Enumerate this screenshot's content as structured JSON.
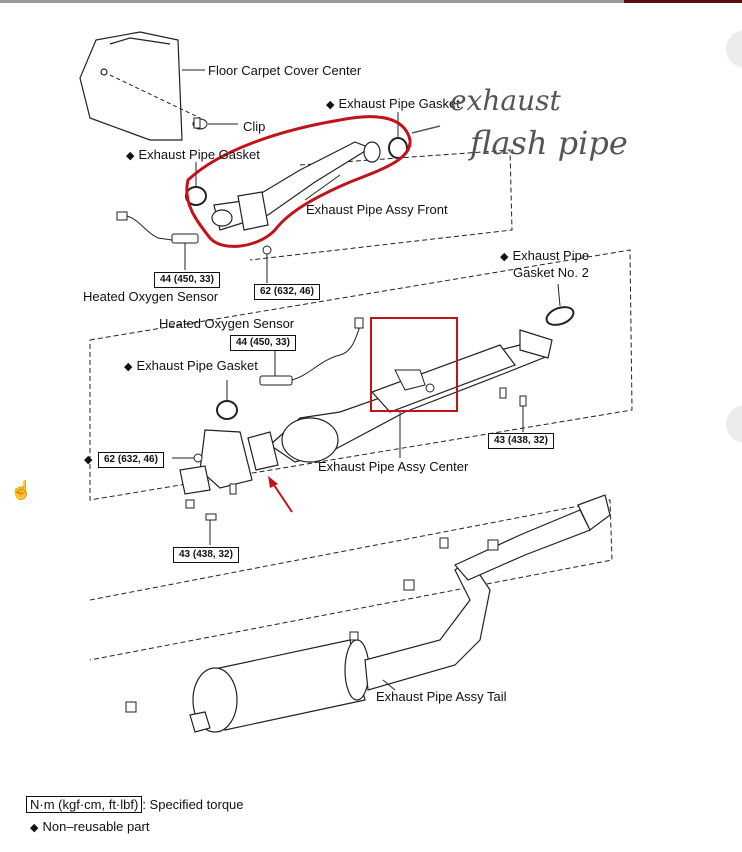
{
  "labels": {
    "floor_carpet_cover": "Floor Carpet Cover Center",
    "clip": "Clip",
    "gasket_top_right": "Exhaust Pipe Gasket",
    "gasket_top_left": "Exhaust Pipe Gasket",
    "pipe_front": "Exhaust Pipe Assy Front",
    "oxygen_sensor_upper": "Heated Oxygen Sensor",
    "oxygen_sensor_mid": "Heated Oxygen Sensor",
    "gasket_no2_line1": "Exhaust Pipe",
    "gasket_no2_line2": "Gasket No. 2",
    "gasket_mid": "Exhaust Pipe Gasket",
    "pipe_center": "Exhaust Pipe Assy Center",
    "pipe_tail": "Exhaust Pipe Assy Tail"
  },
  "torques": {
    "t1": "44 (450, 33)",
    "t2": "62 (632, 46)",
    "t3": "44 (450, 33)",
    "t4": "43 (438, 32)",
    "t5": "62 (632, 46)",
    "t6": "43 (438, 32)"
  },
  "symbols": {
    "non_reusable": "◆"
  },
  "legend": {
    "torque_unit": "N·m (kgf·cm, ft·lbf)",
    "torque_desc": ": Specified torque",
    "non_reusable_desc": "Non–reusable part"
  },
  "annotation": {
    "line1": "exhaust",
    "line2": "flash pipe"
  },
  "colors": {
    "highlight_red": "#c0131a",
    "annotation_gray": "#555555",
    "line": "#222222"
  }
}
